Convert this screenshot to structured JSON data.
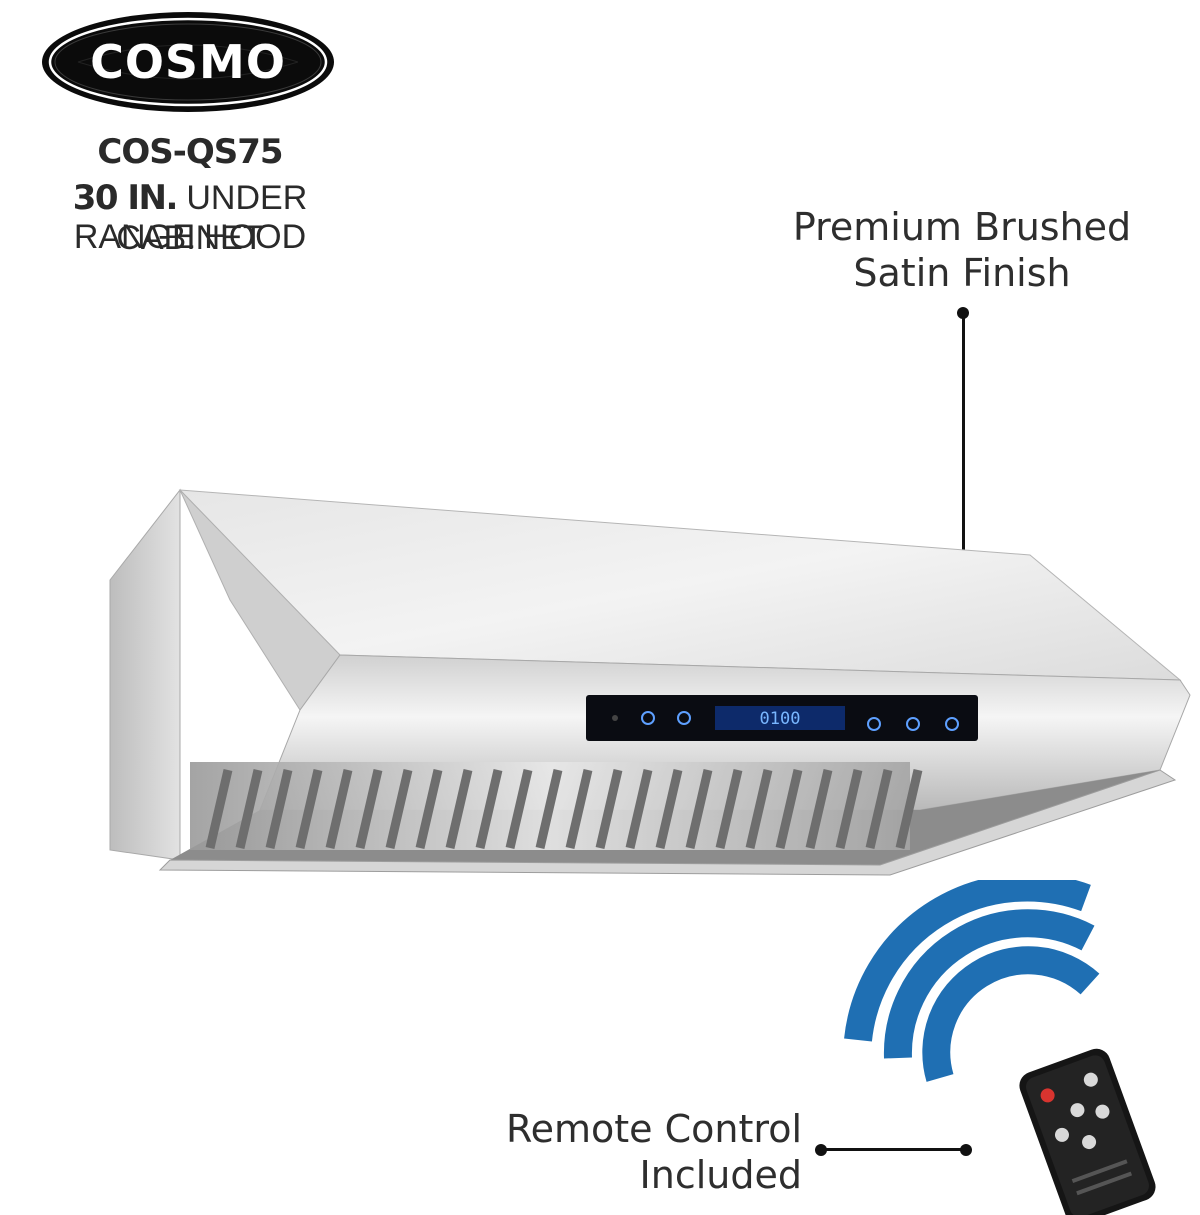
{
  "brand": {
    "logo_text": "COSMO"
  },
  "product": {
    "model": "COS-QS75",
    "size_bold": "30 IN.",
    "size_rest": "UNDER CABINET",
    "type": "RANGE HOOD"
  },
  "callouts": {
    "finish_line1": "Premium Brushed",
    "finish_line2": "Satin Finish",
    "remote_line1": "Remote Control",
    "remote_line2": "Included"
  },
  "control_panel": {
    "display_value": "0100"
  },
  "colors": {
    "logo_black": "#0b0b0b",
    "text_dark": "#2a2a2a",
    "wave_blue": "#1f6fb3",
    "panel_black": "#0a0c12",
    "display_blue": "#2f7fe0"
  },
  "icons": [
    "wifi-icon",
    "clock-icon",
    "light-icon",
    "fan-minus-icon",
    "fan-plus-icon",
    "power-icon",
    "signal-wave-icon",
    "remote-control-icon"
  ]
}
